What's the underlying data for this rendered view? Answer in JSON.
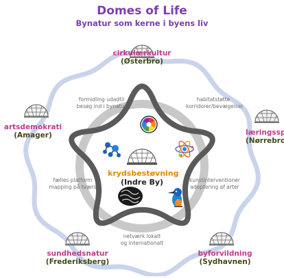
{
  "header": {
    "title": "Domes of Life",
    "subtitle": "Bynatur som kerne i byens liv"
  },
  "nodes": [
    {
      "id": "top",
      "line1": "cirkulærkultur",
      "line2": "(Østerbro)"
    },
    {
      "id": "right",
      "line1": "læringsspri",
      "line2": "(Nørrebro"
    },
    {
      "id": "bottom_right",
      "line1": "byforvildning",
      "line2": "(Sydhavnen)"
    },
    {
      "id": "bottom_left",
      "line1": "sundhedsnatur",
      "line2": "(Frederiksberg)"
    },
    {
      "id": "left",
      "line1": "artsdemokrati",
      "line2": "(Amager)"
    }
  ],
  "center": {
    "line1": "krydsbestøvning",
    "line2": "(Indre By)"
  },
  "edges": [
    {
      "id": "top_left",
      "line1": "formidling udadtil",
      "line2": "besøg ind i bynatur"
    },
    {
      "id": "top_right",
      "line1": "habitatstøtte",
      "line2": "korridorer/bevægelser"
    },
    {
      "id": "bottom_right",
      "line1": "kunstinterventioner",
      "line2": "adoptering af arter"
    },
    {
      "id": "bottom",
      "line1": "netværk lokalt",
      "line2": "og internationalt"
    },
    {
      "id": "bottom_left",
      "line1": "fælles platform",
      "line2": "mapping på tværs"
    }
  ],
  "colors": {
    "title": "#7b3fb0",
    "node_name": "#c43a8a",
    "node_place": "#3f4a18",
    "center_name": "#e08a00",
    "star": "#5a5a5a",
    "ring": "#c9d4ec",
    "inner_ring": "#c8c8c8"
  },
  "icons": [
    "dome-icon",
    "color-wheel-icon",
    "molecule-icon",
    "atom-icon",
    "coral-icon",
    "kingfisher-icon"
  ]
}
